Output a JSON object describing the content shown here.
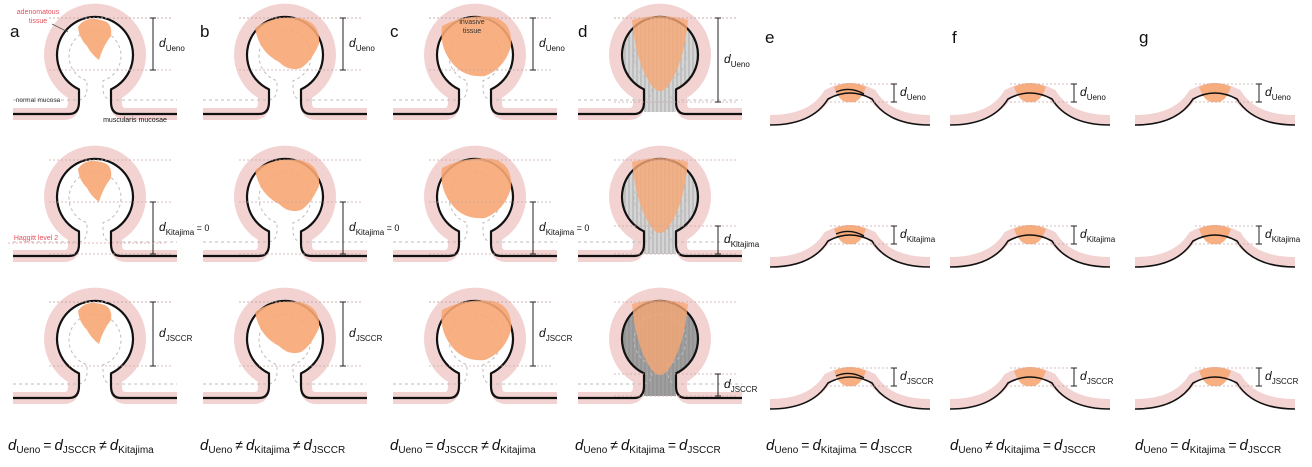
{
  "panels": [
    "a",
    "b",
    "c",
    "d",
    "e",
    "f",
    "g"
  ],
  "annotations": {
    "adenomatous_tissue": [
      "adenomatous",
      "tissue"
    ],
    "normal_mucosa": "normal mucosa",
    "muscularis_mucosae": "muscularis mucosae",
    "invasive_tissue": [
      "invasive",
      "tissue"
    ],
    "haggitt_level": "Haggitt level 2"
  },
  "measure": {
    "d": "d",
    "ueno": "Ueno",
    "kitajima": "Kitajima",
    "jsccr": "JSCCR",
    "zero": " = 0"
  },
  "symbols": {
    "eq": "=",
    "neq": "≠"
  },
  "formulas": [
    {
      "t": [
        "Ueno",
        "JSCCR",
        "Kitajima"
      ],
      "ops": [
        "=",
        "≠"
      ]
    },
    {
      "t": [
        "Ueno",
        "Kitajima",
        "JSCCR"
      ],
      "ops": [
        "≠",
        "≠"
      ]
    },
    {
      "t": [
        "Ueno",
        "JSCCR",
        "Kitajima"
      ],
      "ops": [
        "=",
        "≠"
      ]
    },
    {
      "t": [
        "Ueno",
        "Kitajima",
        "JSCCR"
      ],
      "ops": [
        "≠",
        "="
      ]
    },
    {
      "t": [
        "Ueno",
        "Kitajima",
        "JSCCR"
      ],
      "ops": [
        "=",
        "="
      ]
    },
    {
      "t": [
        "Ueno",
        "Kitajima",
        "JSCCR"
      ],
      "ops": [
        "≠",
        "="
      ]
    },
    {
      "t": [
        "Ueno",
        "Kitajima",
        "JSCCR"
      ],
      "ops": [
        "=",
        "="
      ]
    }
  ],
  "colors": {
    "lesion": "#f7a774",
    "mucosa": "#f3d2d2",
    "wall": "#111111",
    "annotation_red": "#e8505b",
    "stalk_gray": "#b9b9b9",
    "stalk_dark": "#8e8e8e"
  }
}
